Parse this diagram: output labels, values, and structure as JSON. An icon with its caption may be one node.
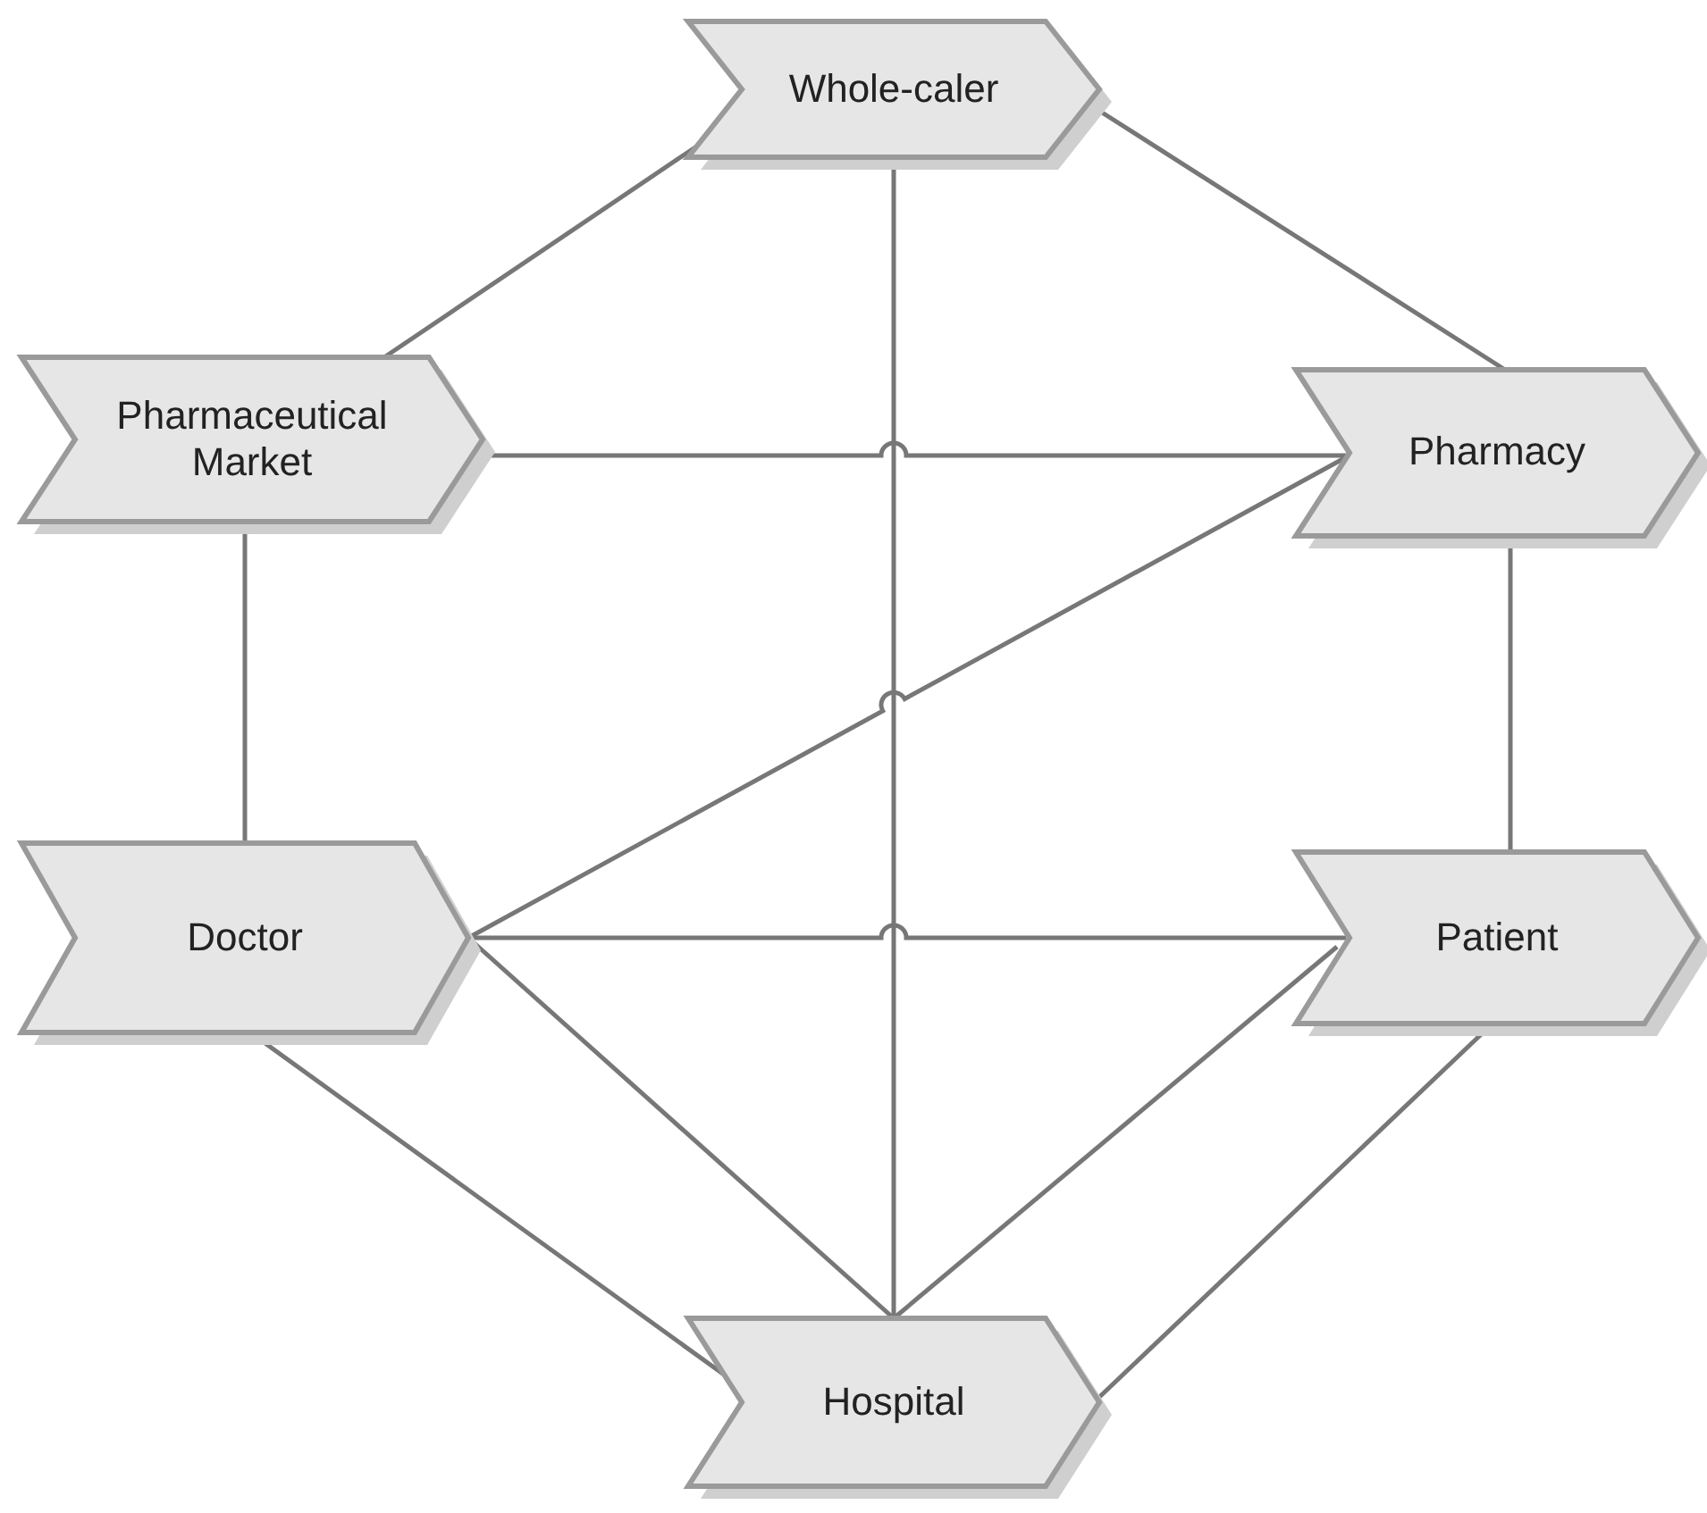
{
  "diagram": {
    "nodes": [
      {
        "text": [
          "Whole-caler"
        ]
      },
      {
        "text": [
          "Pharmaceutical Market"
        ]
      },
      {
        "text": [
          "Pharmacy"
        ]
      },
      {
        "text": [
          "Doctor"
        ]
      },
      {
        "text": [
          "Patient"
        ]
      },
      {
        "text": [
          "Hospital"
        ]
      }
    ],
    "edges": [
      {
        "from": 0,
        "to": 1,
        "arrow": "none"
      },
      {
        "from": 0,
        "to": 2,
        "arrow": "none"
      },
      {
        "from": 0,
        "to": 5,
        "arrow": "none"
      },
      {
        "from": 1,
        "to": 2,
        "arrow": "none"
      },
      {
        "from": 1,
        "to": 3,
        "arrow": "none"
      },
      {
        "from": 3,
        "to": 2,
        "arrow": "none"
      },
      {
        "from": 2,
        "to": 4,
        "arrow": "none"
      },
      {
        "from": 3,
        "to": 4,
        "arrow": "none"
      },
      {
        "from": 3,
        "to": 5,
        "arrow": "none"
      },
      {
        "from": 3,
        "to": 5,
        "arrow": "none"
      },
      {
        "from": 4,
        "to": 5,
        "arrow": "none"
      },
      {
        "from": 4,
        "to": 5,
        "arrow": "none"
      }
    ]
  }
}
